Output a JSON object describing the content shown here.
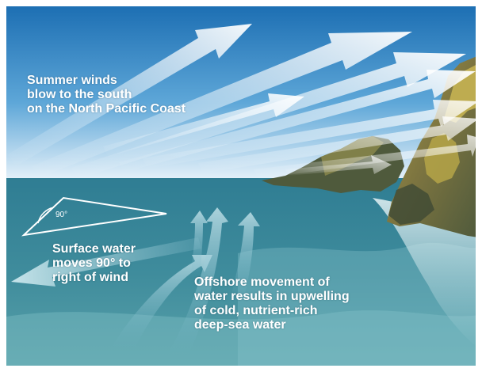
{
  "labels": {
    "winds": [
      "Summer winds",
      "blow to the south",
      "on the North Pacific Coast"
    ],
    "surface": [
      "Surface water",
      "moves 90° to",
      "right of wind"
    ],
    "offshore": [
      "Offshore movement of",
      "water results in upwelling",
      "of cold, nutrient-rich",
      "deep-sea water"
    ],
    "angle": "90°"
  },
  "colors": {
    "sky_top": "#1d6fb3",
    "sky_mid": "#5ea7d8",
    "sky_horizon": "#e9f3fa",
    "sea_top": "#2f7d93",
    "sea_bottom": "#5aa2aa",
    "cliff": "#6d6a3b",
    "cliff_light": "#b3a24a",
    "arrow": "#ffffff"
  }
}
